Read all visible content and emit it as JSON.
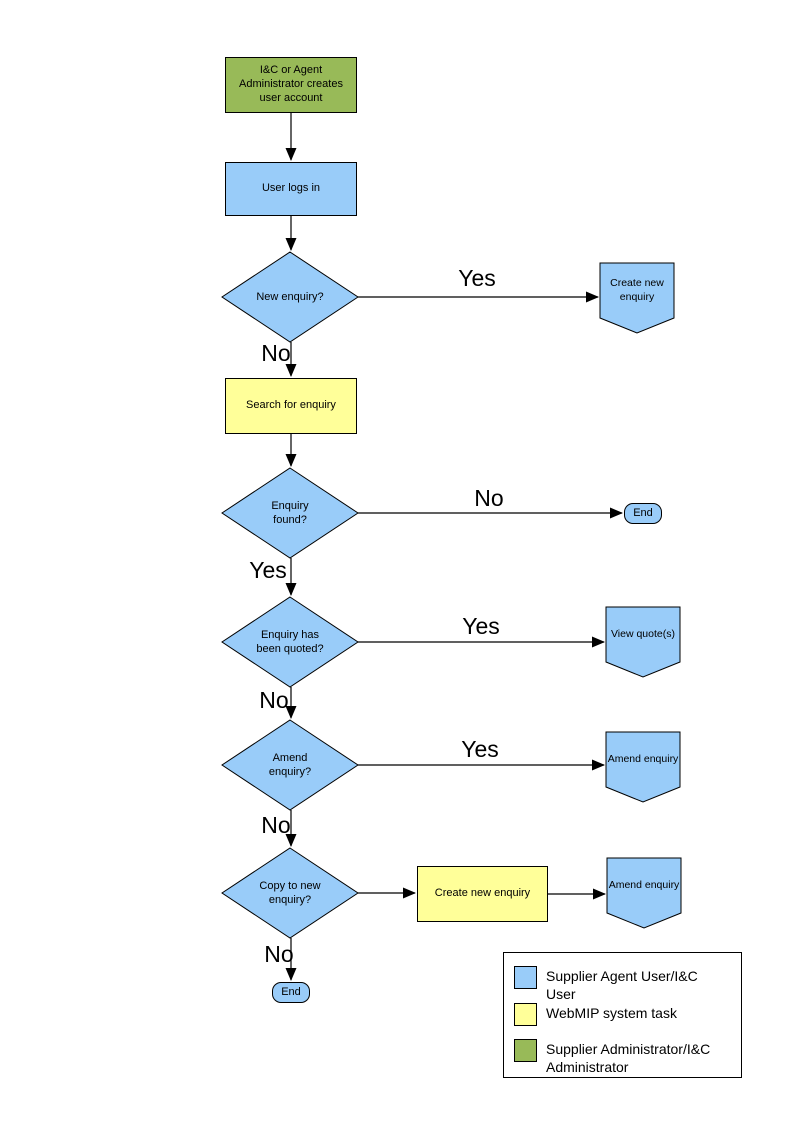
{
  "diagram": {
    "colors": {
      "blue": "#99CCF9",
      "yellow": "#FFFF99",
      "green": "#98BA58",
      "line": "#000000"
    },
    "nodes": {
      "create_account": "I&C or Agent Administrator creates user account",
      "user_logs_in": "User logs in",
      "new_enquiry_q": "New enquiry?",
      "create_new_enquiry": "Create new enquiry",
      "search_for_enquiry": "Search for enquiry",
      "enquiry_found_q": "Enquiry found?",
      "end_1": "End",
      "enquiry_quoted_q": "Enquiry has been quoted?",
      "view_quotes": "View quote(s)",
      "amend_enquiry_q": "Amend enquiry?",
      "amend_enquiry_1": "Amend enquiry",
      "copy_to_new_q": "Copy to new enquiry?",
      "create_new_enquiry_2": "Create new enquiry",
      "amend_enquiry_2": "Amend enquiry",
      "end_2": "End"
    },
    "edge_labels": {
      "yes_1": "Yes",
      "no_1": "No",
      "no_2": "No",
      "yes_2": "Yes",
      "yes_3": "Yes",
      "no_3": "No",
      "yes_4": "Yes",
      "no_4": "No",
      "no_5": "No"
    },
    "legend": {
      "items": [
        {
          "color": "#99CCF9",
          "label": "Supplier Agent User/I&C User"
        },
        {
          "color": "#FFFF99",
          "label": "WebMIP system task"
        },
        {
          "color": "#98BA58",
          "label": "Supplier Administrator/I&C Administrator"
        }
      ]
    }
  }
}
